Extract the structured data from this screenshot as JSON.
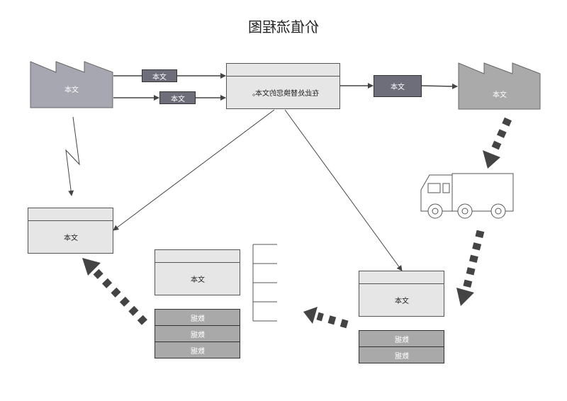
{
  "title": "价值流程图",
  "factory_left": {
    "label": "文本"
  },
  "factory_right": {
    "label": "文本"
  },
  "tags": {
    "top": "文本",
    "bottom": "文本",
    "right": "文本"
  },
  "process_main": {
    "label": "在此处替换您的文本。"
  },
  "process_left": {
    "label": "文本"
  },
  "process_middle": {
    "label": "文本"
  },
  "process_right": {
    "label": "文本"
  },
  "data_middle": [
    "数据",
    "数据",
    "数据"
  ],
  "data_right": [
    "数据",
    "数据"
  ],
  "colors": {
    "factory_left": "#a7a7b1",
    "factory_right": "#aaaaaa",
    "tag": "#6e6e7a",
    "process": "#e6e6e6",
    "data_cell": "#a9a9a9",
    "push_arrow": "#444444"
  }
}
